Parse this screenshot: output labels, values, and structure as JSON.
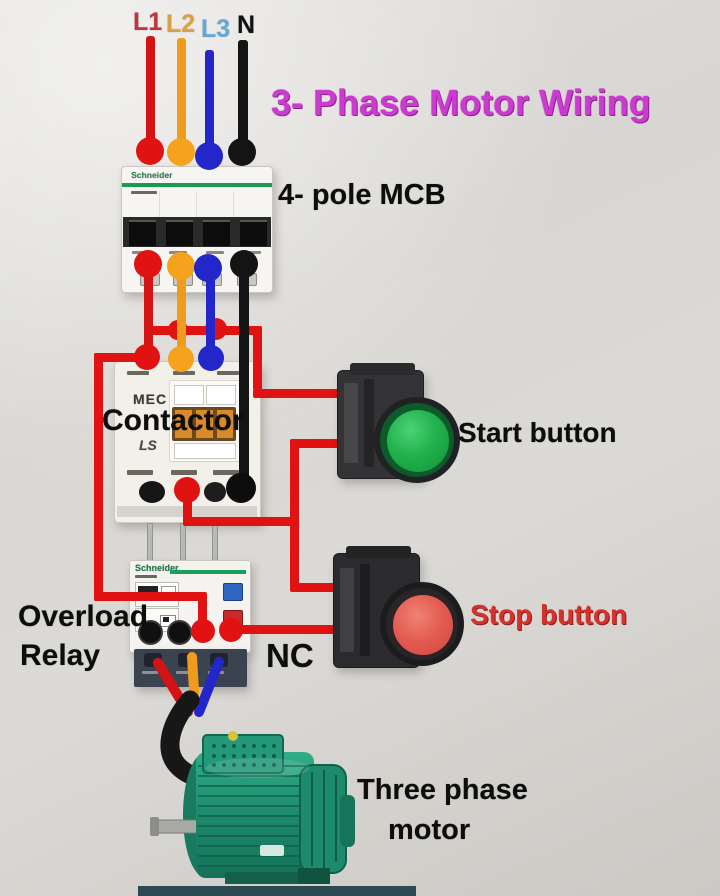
{
  "title": "3- Phase Motor Wiring",
  "phase_labels": {
    "l1": "L1",
    "l2": "L2",
    "l3": "L3",
    "n": "N"
  },
  "phase_label_colors": {
    "l1": "#c5333a",
    "l2": "#dfa045",
    "l3": "#62a8d8",
    "n": "#111111"
  },
  "component_labels": {
    "mcb": "4- pole MCB",
    "contactor": "Contactor",
    "overload_line1": "Overload",
    "overload_line2": "Relay",
    "nc": "NC",
    "start": "Start button",
    "stop": "Stop button",
    "motor_line1": "Three phase",
    "motor_line2": "motor"
  },
  "device_text": {
    "mcb_brand": "Schneider",
    "overload_brand": "Schneider",
    "contactor_brand": "MEC",
    "contactor_sub_brand": "LS"
  },
  "wire_colors": {
    "l1_red": "#d41414",
    "l2_orange": "#ef9b1d",
    "l3_blue": "#2326c8",
    "neutral_black": "#141414",
    "control_red": "#e01212"
  },
  "accent_colors": {
    "title_magenta": "#cb3bd0",
    "stop_label_red": "#d6312c",
    "start_button_green": "#22b24c",
    "stop_button_red": "#e25a50",
    "motor_green": "#1d8a6b",
    "mcb_stripe_green": "#1a9a50"
  }
}
